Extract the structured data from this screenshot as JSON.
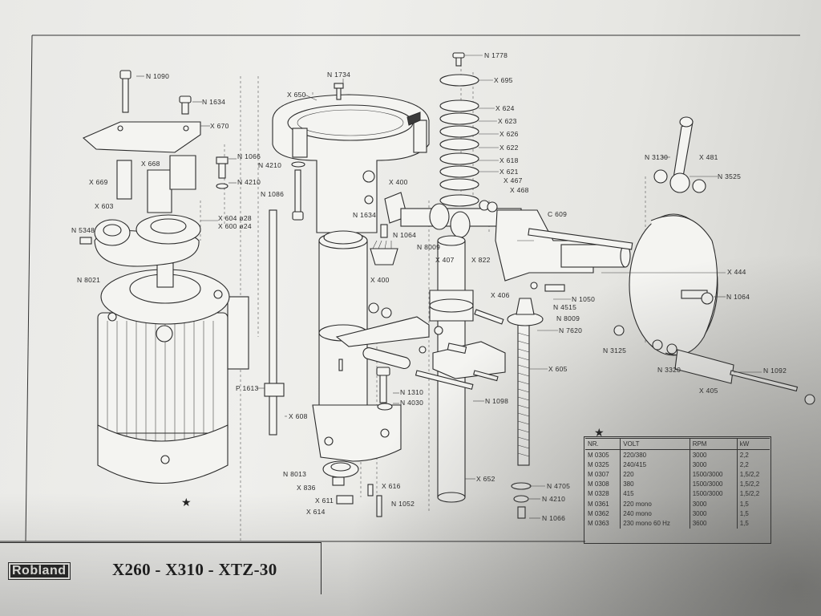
{
  "title_block": {
    "brand": "Robland",
    "models": "X260 - X310 - XTZ-30"
  },
  "star_marks": [
    "★",
    "★"
  ],
  "spec_table": {
    "columns": [
      "NR.",
      "VOLT",
      "RPM",
      "kW"
    ],
    "rows": [
      [
        "M 0305",
        "220/380",
        "3000",
        "2,2"
      ],
      [
        "M 0325",
        "240/415",
        "3000",
        "2,2"
      ],
      [
        "M 0307",
        "220",
        "1500/3000",
        "1,5/2,2"
      ],
      [
        "M 0308",
        "380",
        "1500/3000",
        "1,5/2,2"
      ],
      [
        "M 0328",
        "415",
        "1500/3000",
        "1,5/2,2"
      ],
      [
        "M 0361",
        "220 mono",
        "3000",
        "1,5"
      ],
      [
        "M 0362",
        "240 mono",
        "3000",
        "1,5"
      ],
      [
        "M 0363",
        "230 mono 60 Hz",
        "3600",
        "1,5"
      ]
    ]
  },
  "part_labels": [
    "N 1090",
    "N 1634",
    "X 670",
    "N 1066",
    "X 668",
    "N 4210",
    "X 669",
    "X 603",
    "X 604 ø28",
    "X 600 ø24",
    "N 5348",
    "N 8021",
    "N 1734",
    "X 650",
    "N 4210",
    "N 1086",
    "X 400",
    "N 1634",
    "N 1064",
    "X 400",
    "N 1778",
    "X 695",
    "X 624",
    "X 623",
    "X 626",
    "X 622",
    "X 618",
    "X 621",
    "X 467",
    "X 468",
    "C 609",
    "N 8009",
    "X 407",
    "X 822",
    "X 406",
    "N 4515",
    "N 1050",
    "N 8009",
    "N 7620",
    "X 605",
    "N 3130",
    "X 481",
    "N 3525",
    "X 444",
    "N 1064",
    "N 3125",
    "N 3320",
    "X 405",
    "N 1092",
    "P 1613",
    "X 608",
    "N 1310",
    "N 4030",
    "N 1098",
    "N 8013",
    "X 836",
    "X 611",
    "X 614",
    "X 616",
    "N 1052",
    "X 652",
    "N 4705",
    "N 4210",
    "N 1066"
  ]
}
